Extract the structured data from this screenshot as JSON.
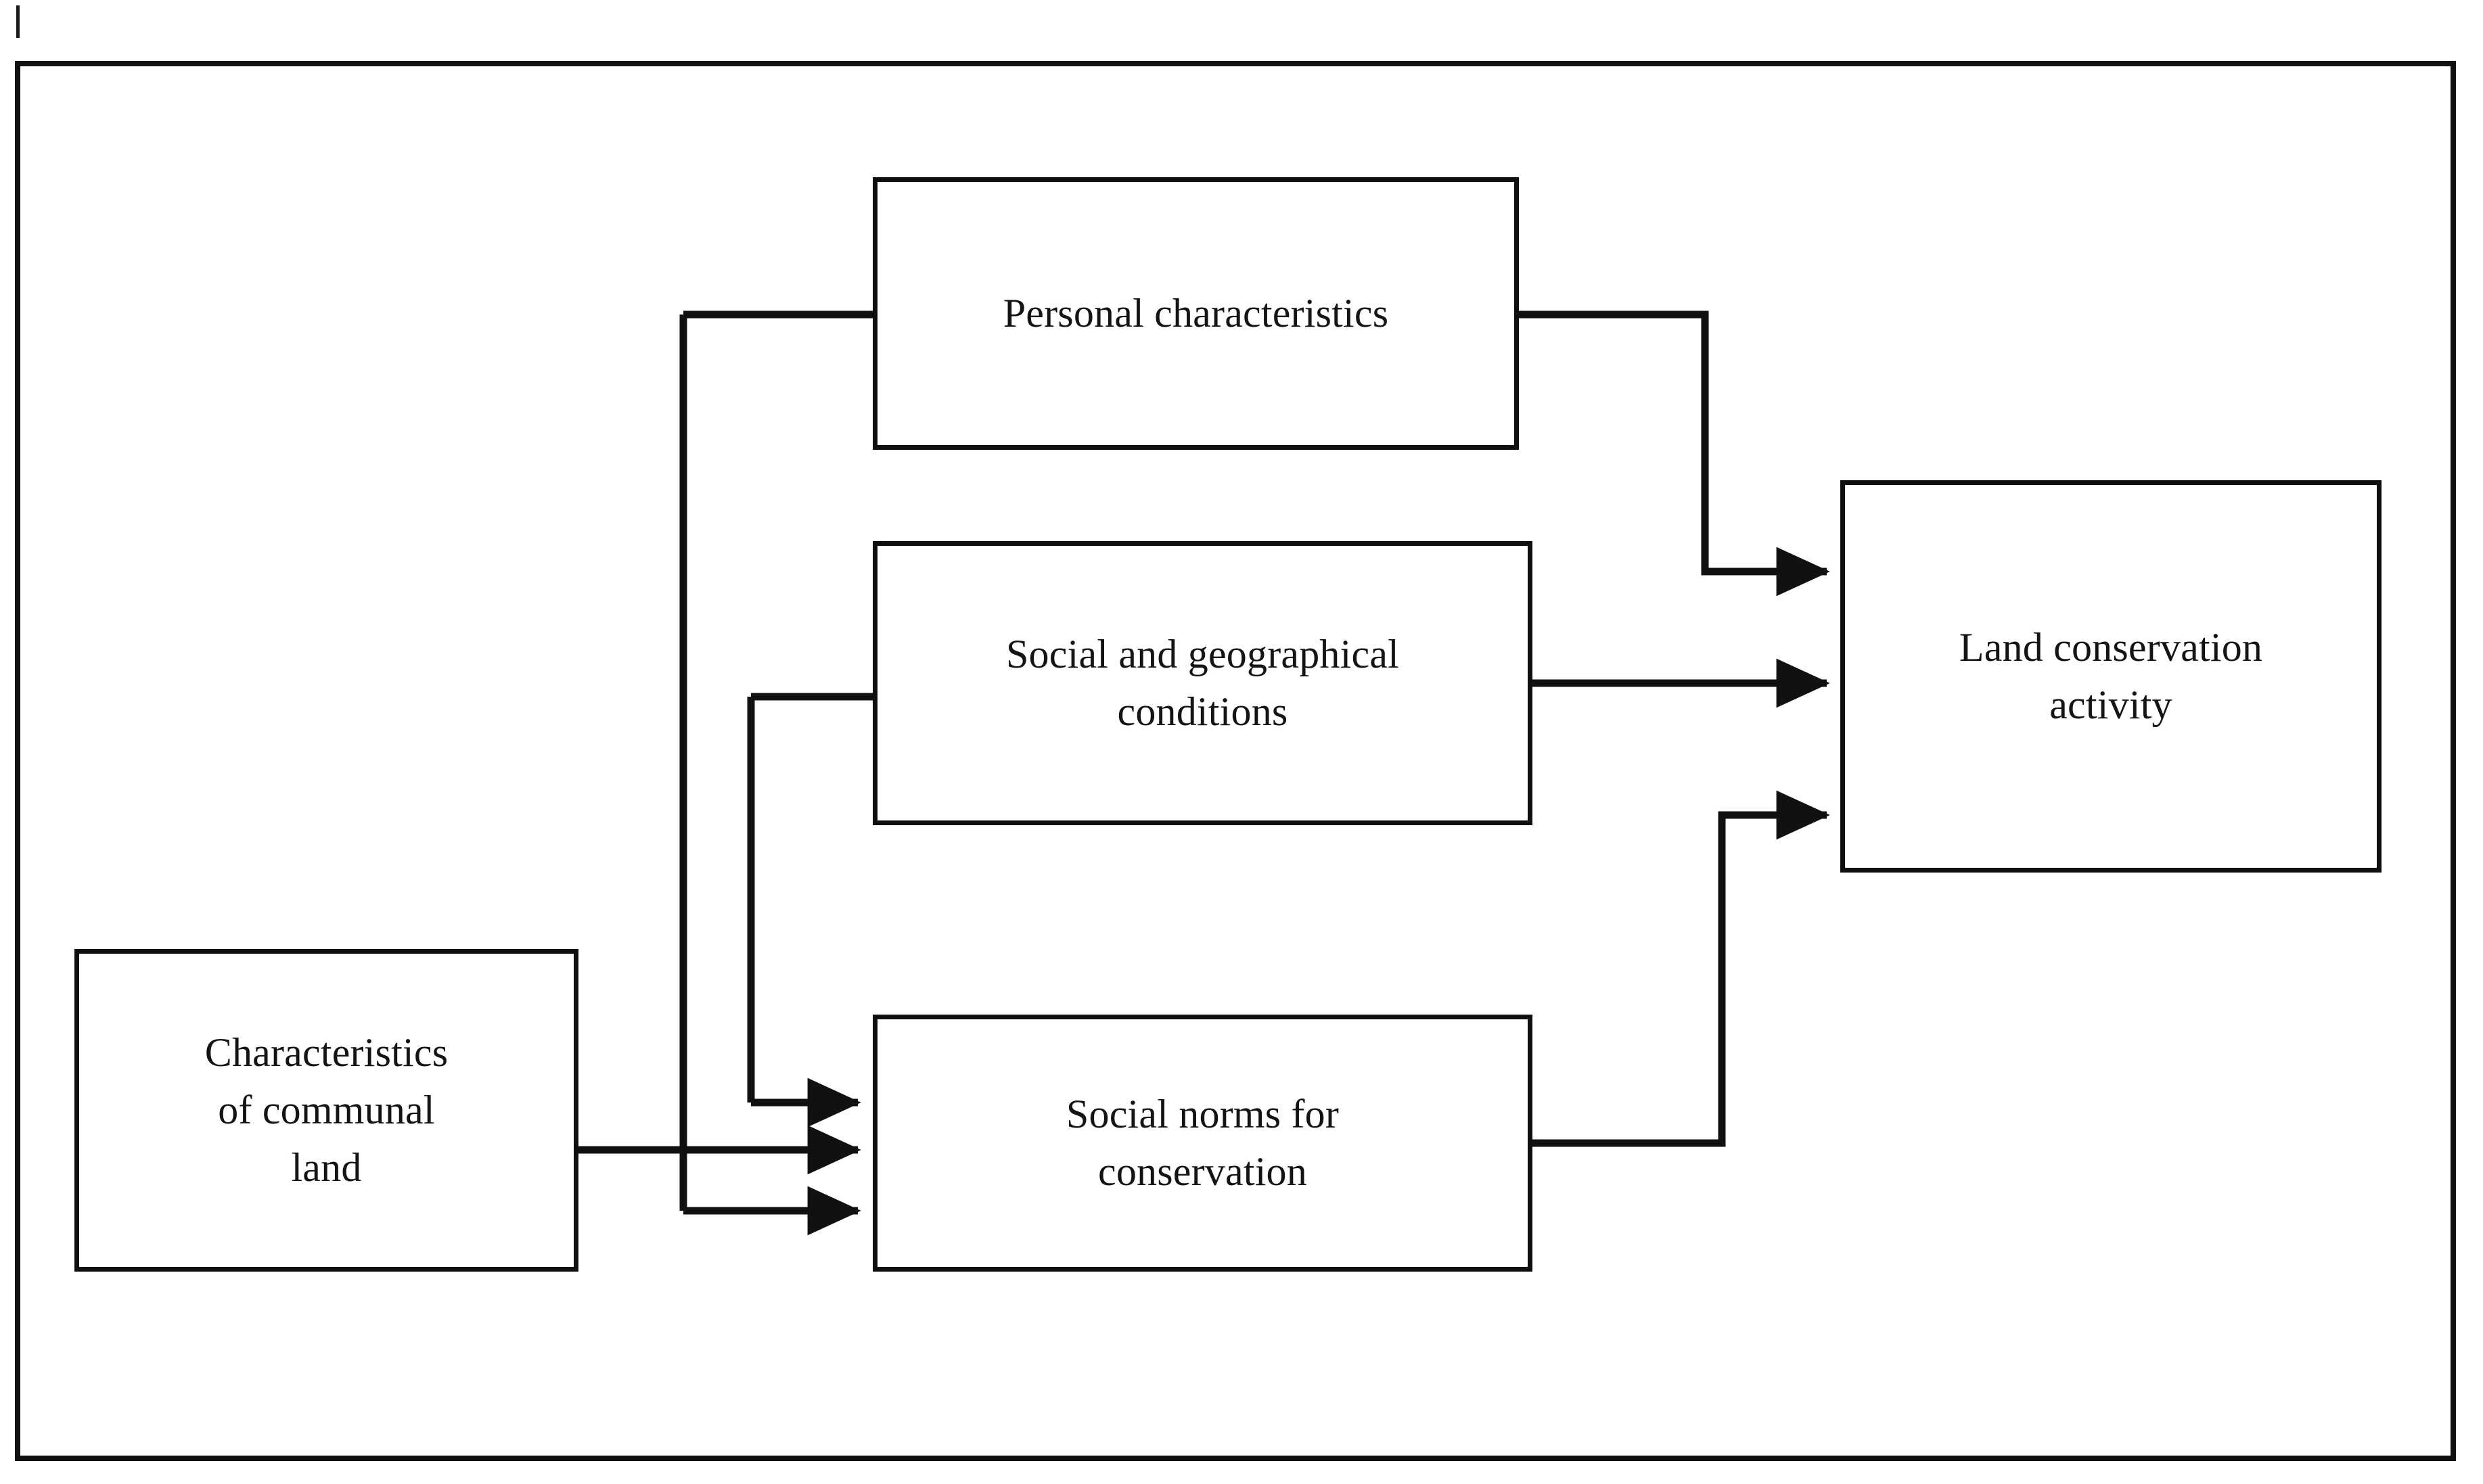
{
  "diagram": {
    "type": "flowchart",
    "orientation": "left-to-right",
    "background_color": "#ffffff",
    "line_color": "#111111",
    "box_fill_color": "#ffffff",
    "frame": {
      "present": true,
      "style": "solid rectangle border"
    },
    "corner_mark": {
      "present": true,
      "description": "small vertical tick above the top-left frame corner"
    },
    "nodes": [
      {
        "id": "communal-land",
        "label": "Characteristics\nof communal\nland",
        "role": "source"
      },
      {
        "id": "personal",
        "label": "Personal characteristics",
        "role": "mediator"
      },
      {
        "id": "social-geo",
        "label": "Social and geographical\nconditions",
        "role": "mediator"
      },
      {
        "id": "social-norms",
        "label": "Social norms for\nconservation",
        "role": "mediator"
      },
      {
        "id": "land-cons",
        "label": "Land conservation\nactivity",
        "role": "outcome"
      }
    ],
    "edges": [
      {
        "from": "communal-land",
        "to": "personal",
        "arrowhead": false,
        "routing": "orthogonal"
      },
      {
        "from": "communal-land",
        "to": "social-geo",
        "arrowhead": false,
        "routing": "orthogonal"
      },
      {
        "from": "communal-land",
        "to": "social-norms",
        "arrowhead": true,
        "routing": "straight"
      },
      {
        "from": "personal",
        "to": "social-norms",
        "arrowhead": true,
        "routing": "orthogonal"
      },
      {
        "from": "social-geo",
        "to": "social-norms",
        "arrowhead": true,
        "routing": "orthogonal"
      },
      {
        "from": "personal",
        "to": "land-cons",
        "arrowhead": true,
        "routing": "orthogonal"
      },
      {
        "from": "social-geo",
        "to": "land-cons",
        "arrowhead": true,
        "routing": "straight"
      },
      {
        "from": "social-norms",
        "to": "land-cons",
        "arrowhead": true,
        "routing": "orthogonal"
      }
    ]
  }
}
